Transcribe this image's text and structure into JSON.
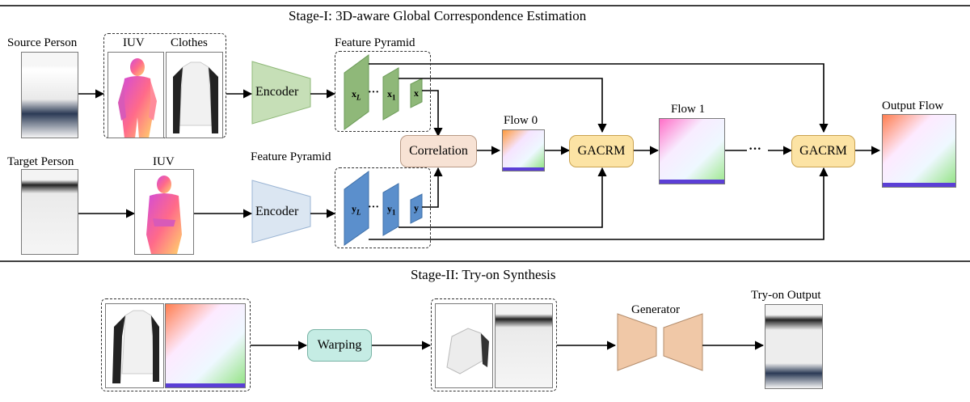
{
  "stage1": {
    "title": "Stage-I: 3D-aware Global Correspondence Estimation",
    "source_person": "Source Person",
    "iuv_top": "IUV",
    "clothes": "Clothes",
    "target_person": "Target Person",
    "iuv_bottom": "IUV",
    "encoder_top": "Encoder",
    "encoder_bottom": "Encoder",
    "feature_pyramid_top": "Feature Pyramid",
    "feature_pyramid_bottom": "Feature Pyramid",
    "x_L": "x",
    "x_L_sub": "L",
    "x_1": "x",
    "x_1_sub": "1",
    "x": "x",
    "y_L": "y",
    "y_L_sub": "L",
    "y_1": "y",
    "y_1_sub": "1",
    "y": "y",
    "dots": "···",
    "correlation": "Correlation",
    "flow0": "Flow 0",
    "gacrm1": "GACRM",
    "flow1": "Flow 1",
    "gacrm2": "GACRM",
    "output_flow": "Output Flow",
    "chain_dots": "···"
  },
  "stage2": {
    "title": "Stage-II: Try-on Synthesis",
    "warping": "Warping",
    "generator": "Generator",
    "tryon_output": "Try-on Output"
  },
  "colors": {
    "encoder_green": "#c6dfb7",
    "encoder_blue": "#dbe6f2",
    "feature_green": "#8fb879",
    "feature_blue": "#5b8fcc",
    "correlation": "#f7e2d4",
    "gacrm": "#fce3a4",
    "warping": "#c5ece4",
    "generator": "#f0c8a7"
  }
}
